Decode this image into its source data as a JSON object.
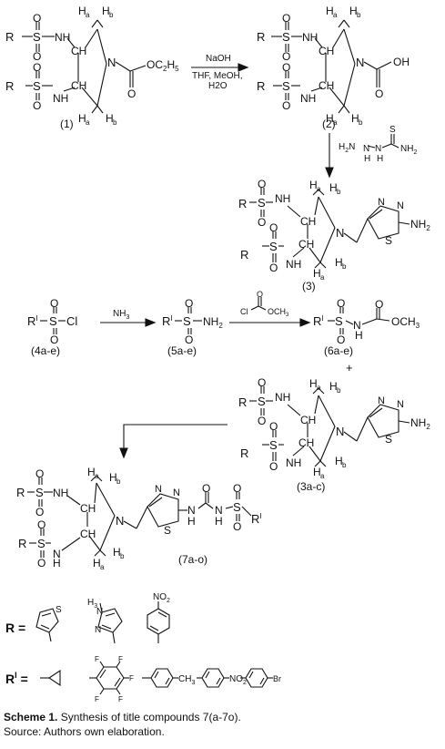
{
  "compounds": {
    "c1": "(1)",
    "c2": "(2)",
    "c3": "(3)",
    "c4": "(4a-e)",
    "c5": "(5a-e)",
    "c6": "(6a-e)",
    "c3b": "(3a-c)",
    "c7": "(7a-o)"
  },
  "reagents": {
    "step1_top": "NaOH",
    "step1_bottom_1": "THF, MeOH,",
    "step1_bottom_2": "H2O",
    "ammonia": "NH3",
    "plus": "+"
  },
  "atoms": {
    "R": "R",
    "RI": "R",
    "I_sup": "I",
    "S": "S",
    "O": "O",
    "N": "N",
    "H": "H",
    "NH": "NH",
    "CH": "CH",
    "Ha": "H",
    "Hb": "H",
    "sub_a": "a",
    "sub_b": "b",
    "OC2H5": "OC",
    "C2": "2",
    "H5": "H",
    "five": "5",
    "OH": "OH",
    "NH2": "NH",
    "two": "2",
    "Cl": "Cl",
    "OCH3": "OCH",
    "three": "3",
    "HN": "H",
    "hydrazine_N": "N",
    "Rg_label": "R =",
    "RI_label": "R",
    "RI_eq": "=",
    "H3C": "H",
    "CH3": "CH",
    "NO2": "NO",
    "Br": "Br",
    "F": "F"
  },
  "caption": {
    "title": "Scheme 1.",
    "text": " Synthesis of title compounds 7(a-7o).",
    "source": "Source: Authors own elaboration."
  }
}
